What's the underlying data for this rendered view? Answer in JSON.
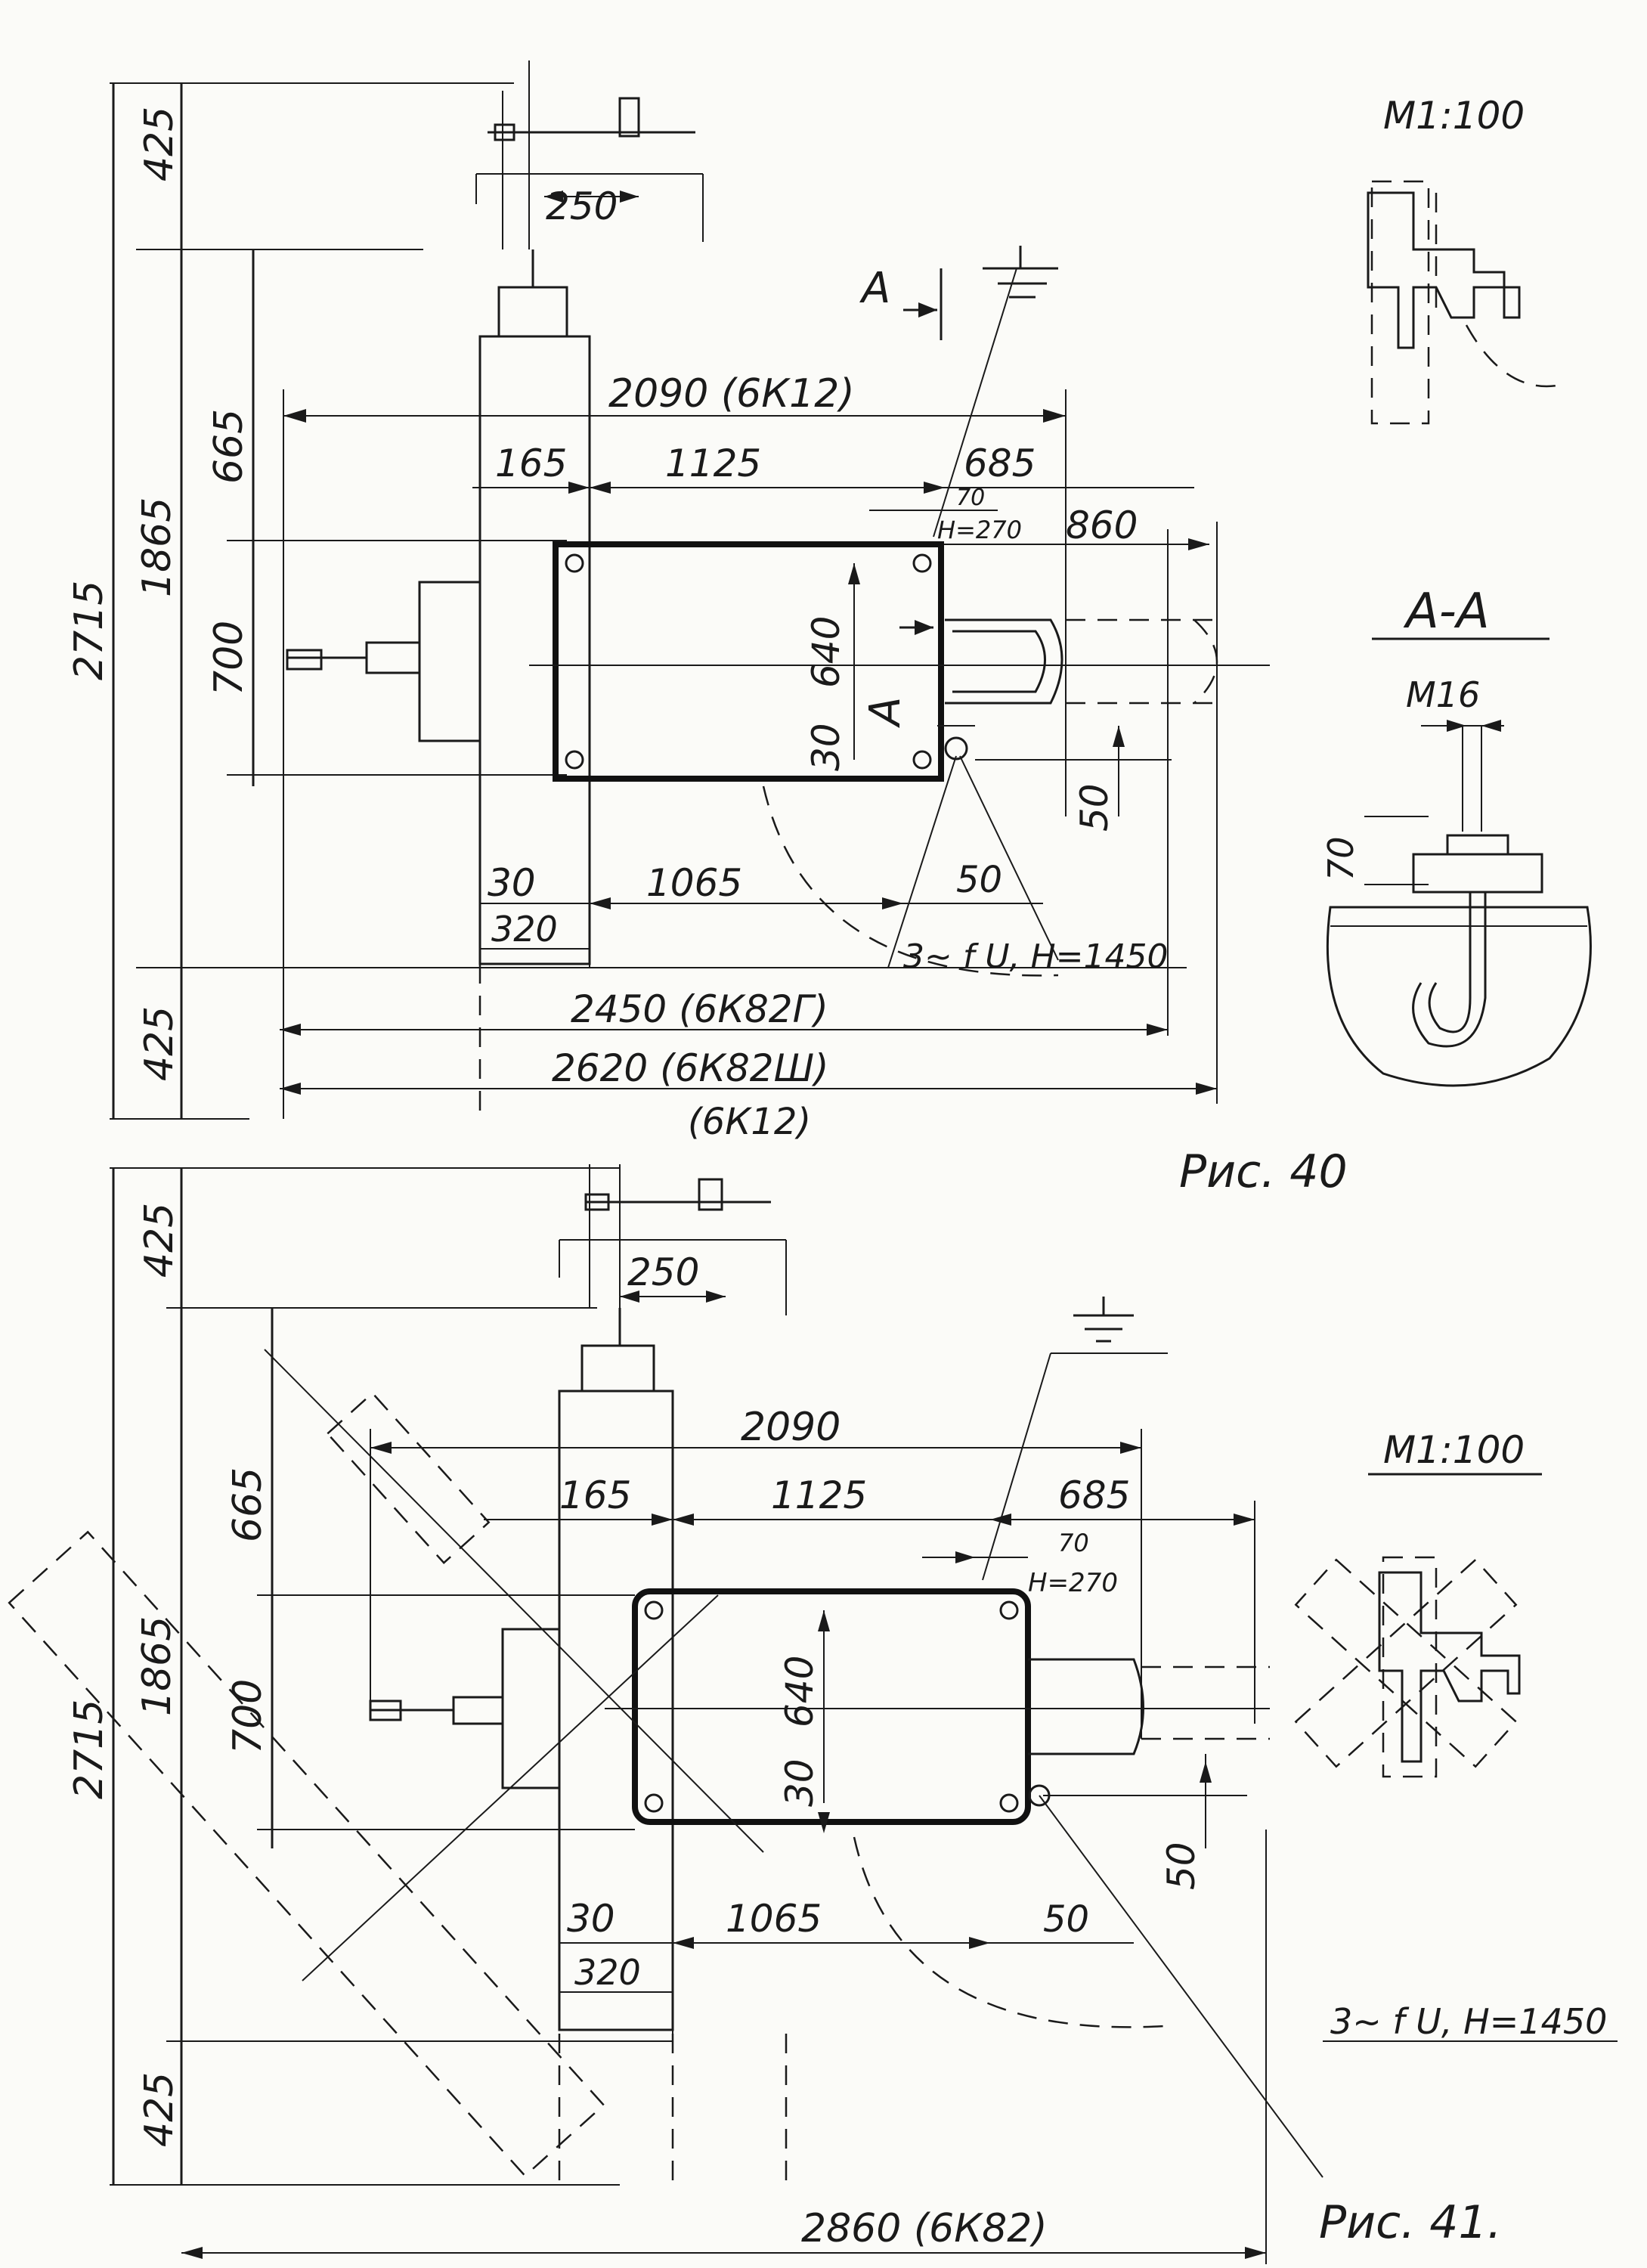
{
  "fig40": {
    "caption": "Рис. 40",
    "scale_main": "М1:100",
    "section_title": "А-А",
    "section_bolt": "М16",
    "section_depth": "70",
    "section_marker": "А",
    "dims": {
      "d2715": "2715",
      "d1865": "1865",
      "d425_top": "425",
      "d425_bottom": "425",
      "d665": "665",
      "d700": "700",
      "d250": "250",
      "d2090": "2090 (6К12)",
      "d165": "165",
      "d1125": "1125",
      "d685": "685",
      "d70": "70",
      "dH270": "H=270",
      "d860": "860",
      "d640": "640",
      "d30v": "30",
      "d50v": "50",
      "d30h": "30",
      "d320": "320",
      "d1065": "1065",
      "d50h": "50",
      "power": "3~ f U, H=1450",
      "d2450": "2450 (6К82Г)",
      "d2620": "2620 (6К82Ш)",
      "d6K12": "(6К12)"
    }
  },
  "fig41": {
    "caption": "Рис. 41.",
    "scale_main": "М1:100",
    "dims": {
      "d2715": "2715",
      "d1865": "1865",
      "d425_top": "425",
      "d425_bottom": "425",
      "d665": "665",
      "d700": "700",
      "d250": "250",
      "d2090": "2090",
      "d165": "165",
      "d1125": "1125",
      "d685": "685",
      "d70": "70",
      "dH270": "H=270",
      "d640": "640",
      "d30v": "30",
      "d50v": "50",
      "d30h": "30",
      "d320": "320",
      "d1065": "1065",
      "d50h": "50",
      "power": "3~ f U, H=1450",
      "d2860": "2860 (6К82)"
    }
  }
}
